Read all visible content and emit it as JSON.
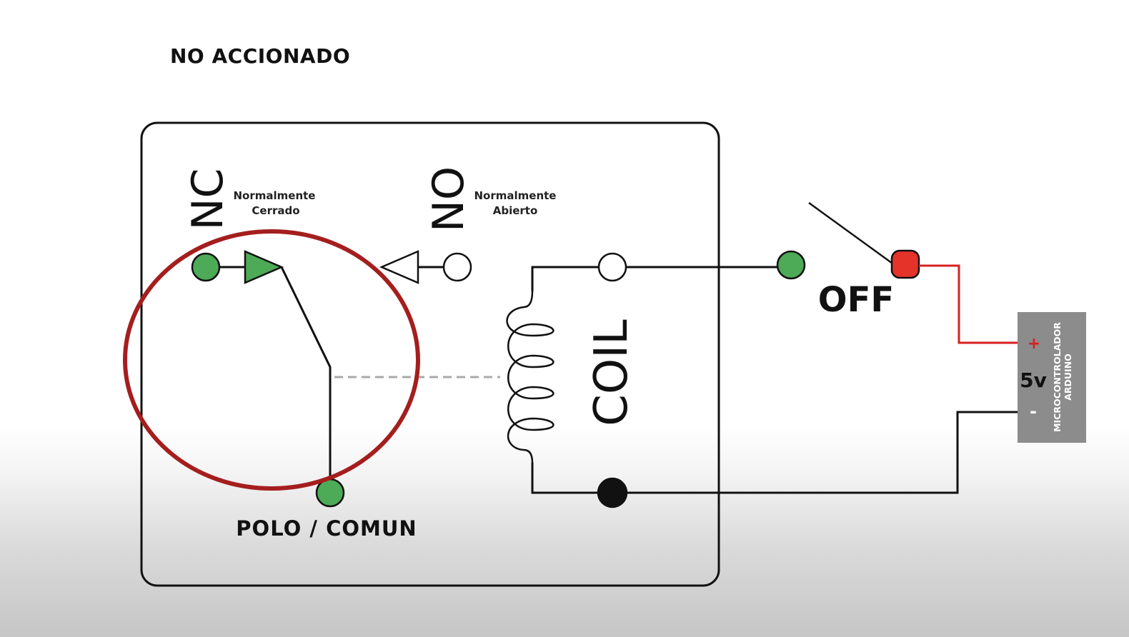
{
  "title": "NO ACCIONADO",
  "relay": {
    "nc": {
      "abbr": "NC",
      "desc_line1": "Normalmente",
      "desc_line2": "Cerrado"
    },
    "no": {
      "abbr": "NO",
      "desc_line1": "Normalmente",
      "desc_line2": "Abierto"
    },
    "common_label": "POLO / COMUN",
    "coil_label": "COIL"
  },
  "switch": {
    "state_label": "OFF"
  },
  "power": {
    "plus": "+",
    "voltage": "5v",
    "minus": "-",
    "board_line1": "MICROCONTROLADOR",
    "board_line2": "ARDUINO"
  },
  "colors": {
    "contact_green": "#4daa57",
    "switch_red": "#e5332a",
    "highlight_circle": "#a51e1e",
    "wire": "#111111",
    "red_wire": "#d82020",
    "board_gray": "#8c8c8c"
  }
}
